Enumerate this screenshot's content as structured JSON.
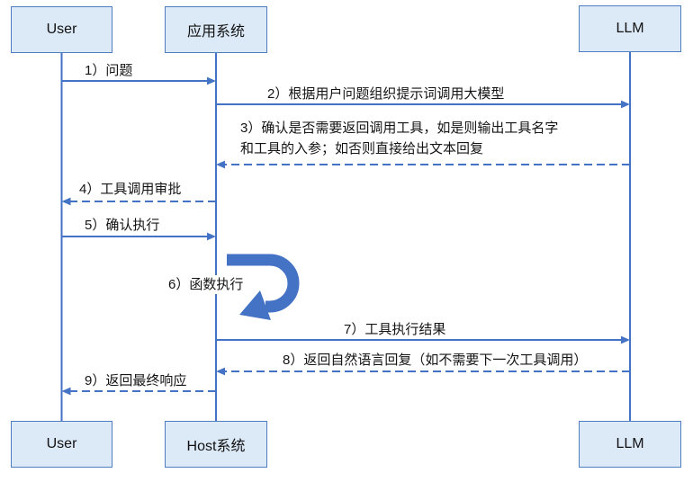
{
  "diagram": {
    "type": "sequence-diagram",
    "colors": {
      "line_blue": "#4472C4",
      "box_fill": "#DCE9F7",
      "box_border": "#4E7EC0",
      "text": "#141414"
    },
    "actors_top": [
      {
        "id": "user",
        "label": "User"
      },
      {
        "id": "app",
        "label": "应用系统"
      },
      {
        "id": "llm",
        "label": "LLM"
      }
    ],
    "actors_bottom": [
      {
        "id": "user",
        "label": "User"
      },
      {
        "id": "host",
        "label": "Host系统"
      },
      {
        "id": "llm",
        "label": "LLM"
      }
    ],
    "messages": [
      {
        "num": 1,
        "label": "1）问题",
        "from": "User",
        "to": "应用系统",
        "line": "solid"
      },
      {
        "num": 2,
        "label": "2）根据用户问题组织提示词调用大模型",
        "from": "应用系统",
        "to": "LLM",
        "line": "solid"
      },
      {
        "num": 3,
        "label": "3）确认是否需要返回调用工具，如是则输出工具名字\n和工具的入参；如否则直接给出文本回复",
        "from": "LLM",
        "to": "应用系统",
        "line": "dashed"
      },
      {
        "num": 4,
        "label": "4）工具调用审批",
        "from": "应用系统",
        "to": "User",
        "line": "dashed"
      },
      {
        "num": 5,
        "label": "5）确认执行",
        "from": "User",
        "to": "应用系统",
        "line": "solid"
      },
      {
        "num": 6,
        "label": "6）函数执行",
        "from": "应用系统",
        "to": "应用系统",
        "line": "self-loop"
      },
      {
        "num": 7,
        "label": "7）工具执行结果",
        "from": "应用系统",
        "to": "LLM",
        "line": "solid"
      },
      {
        "num": 8,
        "label": "8）返回自然语言回复（如不需要下一次工具调用）",
        "from": "LLM",
        "to": "应用系统",
        "line": "dashed"
      },
      {
        "num": 9,
        "label": "9）返回最终响应",
        "from": "应用系统",
        "to": "User",
        "line": "dashed"
      }
    ]
  }
}
